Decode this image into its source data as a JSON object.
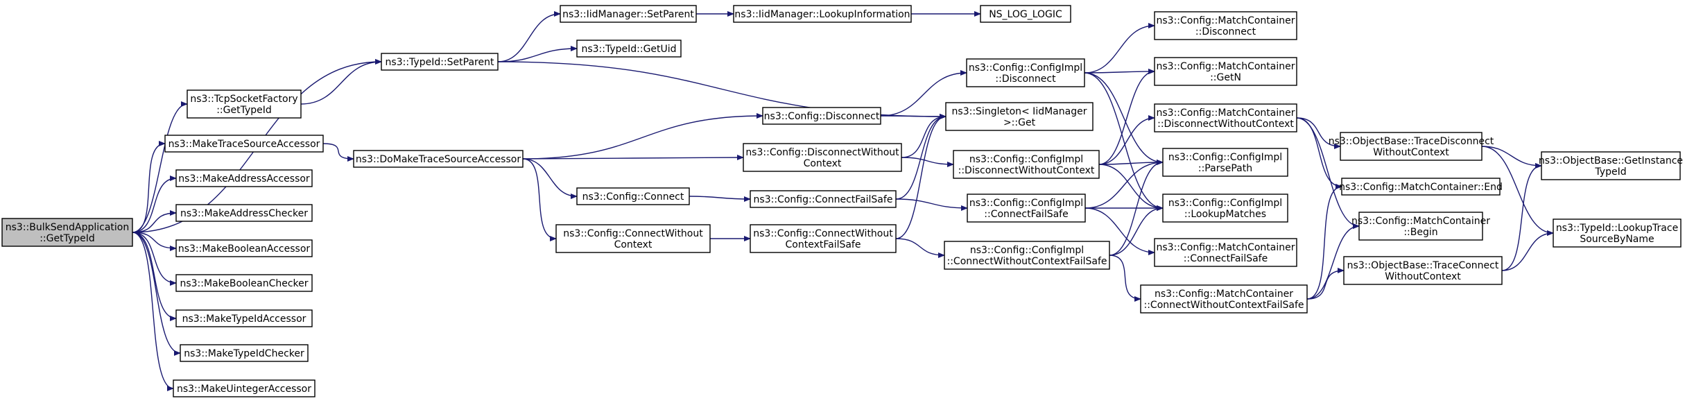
{
  "graph": {
    "edge_color": "#191970",
    "root_fill": "#bfbfbf",
    "nodes": [
      {
        "id": "root",
        "lines": [
          "ns3::BulkSendApplication",
          "::GetTypeId"
        ],
        "root": true
      },
      {
        "id": "setparent",
        "lines": [
          "ns3::TypeId::SetParent"
        ]
      },
      {
        "id": "tcpsf",
        "lines": [
          "ns3::TcpSocketFactory",
          "::GetTypeId"
        ]
      },
      {
        "id": "mtsa",
        "lines": [
          "ns3::MakeTraceSourceAccessor"
        ]
      },
      {
        "id": "maa",
        "lines": [
          "ns3::MakeAddressAccessor"
        ]
      },
      {
        "id": "mac",
        "lines": [
          "ns3::MakeAddressChecker"
        ]
      },
      {
        "id": "mba",
        "lines": [
          "ns3::MakeBooleanAccessor"
        ]
      },
      {
        "id": "mbc",
        "lines": [
          "ns3::MakeBooleanChecker"
        ]
      },
      {
        "id": "mtia",
        "lines": [
          "ns3::MakeTypeIdAccessor"
        ]
      },
      {
        "id": "mtic",
        "lines": [
          "ns3::MakeTypeIdChecker"
        ]
      },
      {
        "id": "mua",
        "lines": [
          "ns3::MakeUintegerAccessor"
        ]
      },
      {
        "id": "iidsp",
        "lines": [
          "ns3::IidManager::SetParent"
        ]
      },
      {
        "id": "getuid",
        "lines": [
          "ns3::TypeId::GetUid"
        ]
      },
      {
        "id": "lookupinfo",
        "lines": [
          "ns3::IidManager::LookupInformation"
        ]
      },
      {
        "id": "nslog",
        "lines": [
          "NS_LOG_LOGIC"
        ]
      },
      {
        "id": "dmtsa",
        "lines": [
          "ns3::DoMakeTraceSourceAccessor"
        ]
      },
      {
        "id": "cdisc",
        "lines": [
          "ns3::Config::Disconnect"
        ]
      },
      {
        "id": "cdwc",
        "lines": [
          "ns3::Config::DisconnectWithout",
          "Context"
        ]
      },
      {
        "id": "cconn",
        "lines": [
          "ns3::Config::Connect"
        ]
      },
      {
        "id": "ccwc",
        "lines": [
          "ns3::Config::ConnectWithout",
          "Context"
        ]
      },
      {
        "id": "singleton",
        "lines": [
          "ns3::Singleton< IidManager",
          " >::Get"
        ]
      },
      {
        "id": "cidisc",
        "lines": [
          "ns3::Config::ConfigImpl",
          "::Disconnect"
        ]
      },
      {
        "id": "cidwc",
        "lines": [
          "ns3::Config::ConfigImpl",
          "::DisconnectWithoutContext"
        ]
      },
      {
        "id": "ccfs",
        "lines": [
          "ns3::Config::ConnectFailSafe"
        ]
      },
      {
        "id": "ciconnfs",
        "lines": [
          "ns3::Config::ConfigImpl",
          "::ConnectFailSafe"
        ]
      },
      {
        "id": "ccwcfs",
        "lines": [
          "ns3::Config::ConnectWithout",
          "ContextFailSafe"
        ]
      },
      {
        "id": "cicwcfs",
        "lines": [
          "ns3::Config::ConfigImpl",
          "::ConnectWithoutContextFailSafe"
        ]
      },
      {
        "id": "mcdisc",
        "lines": [
          "ns3::Config::MatchContainer",
          "::Disconnect"
        ]
      },
      {
        "id": "mcgetn",
        "lines": [
          "ns3::Config::MatchContainer",
          "::GetN"
        ]
      },
      {
        "id": "mcdwc",
        "lines": [
          "ns3::Config::MatchContainer",
          "::DisconnectWithoutContext"
        ]
      },
      {
        "id": "ciparse",
        "lines": [
          "ns3::Config::ConfigImpl",
          "::ParsePath"
        ]
      },
      {
        "id": "cilookup",
        "lines": [
          "ns3::Config::ConfigImpl",
          "::LookupMatches"
        ]
      },
      {
        "id": "mccfs",
        "lines": [
          "ns3::Config::MatchContainer",
          "::ConnectFailSafe"
        ]
      },
      {
        "id": "mccwcfs",
        "lines": [
          "ns3::Config::MatchContainer",
          "::ConnectWithoutContextFailSafe"
        ]
      },
      {
        "id": "obtdwc",
        "lines": [
          "ns3::ObjectBase::TraceDisconnect",
          "WithoutContext"
        ]
      },
      {
        "id": "mcend",
        "lines": [
          "ns3::Config::MatchContainer::End"
        ]
      },
      {
        "id": "mcbegin",
        "lines": [
          "ns3::Config::MatchContainer",
          "::Begin"
        ]
      },
      {
        "id": "obtcwc",
        "lines": [
          "ns3::ObjectBase::TraceConnect",
          "WithoutContext"
        ]
      },
      {
        "id": "obgit",
        "lines": [
          "ns3::ObjectBase::GetInstance",
          "TypeId"
        ]
      },
      {
        "id": "tidlts",
        "lines": [
          "ns3::TypeId::LookupTrace",
          "SourceByName"
        ]
      }
    ],
    "edges": [
      [
        "root",
        "setparent"
      ],
      [
        "root",
        "tcpsf"
      ],
      [
        "root",
        "mtsa"
      ],
      [
        "root",
        "maa"
      ],
      [
        "root",
        "mac"
      ],
      [
        "root",
        "mba"
      ],
      [
        "root",
        "mbc"
      ],
      [
        "root",
        "mtia"
      ],
      [
        "root",
        "mtic"
      ],
      [
        "root",
        "mua"
      ],
      [
        "tcpsf",
        "setparent"
      ],
      [
        "setparent",
        "iidsp"
      ],
      [
        "setparent",
        "getuid"
      ],
      [
        "setparent",
        "singleton"
      ],
      [
        "iidsp",
        "lookupinfo"
      ],
      [
        "lookupinfo",
        "nslog"
      ],
      [
        "mtsa",
        "dmtsa"
      ],
      [
        "dmtsa",
        "cdisc"
      ],
      [
        "dmtsa",
        "cdwc"
      ],
      [
        "dmtsa",
        "cconn"
      ],
      [
        "dmtsa",
        "ccwc"
      ],
      [
        "cdisc",
        "singleton"
      ],
      [
        "cdisc",
        "cidisc"
      ],
      [
        "cdwc",
        "singleton"
      ],
      [
        "cdwc",
        "cidwc"
      ],
      [
        "cconn",
        "ccfs"
      ],
      [
        "ccwc",
        "ccwcfs"
      ],
      [
        "ccfs",
        "singleton"
      ],
      [
        "ccfs",
        "ciconnfs"
      ],
      [
        "ccwcfs",
        "singleton"
      ],
      [
        "ccwcfs",
        "cicwcfs"
      ],
      [
        "cidisc",
        "mcdisc"
      ],
      [
        "cidisc",
        "mcgetn"
      ],
      [
        "cidisc",
        "ciparse"
      ],
      [
        "cidisc",
        "cilookup"
      ],
      [
        "cidwc",
        "mcgetn"
      ],
      [
        "cidwc",
        "mcdwc"
      ],
      [
        "cidwc",
        "ciparse"
      ],
      [
        "cidwc",
        "cilookup"
      ],
      [
        "ciconnfs",
        "ciparse"
      ],
      [
        "ciconnfs",
        "cilookup"
      ],
      [
        "ciconnfs",
        "mccfs"
      ],
      [
        "cicwcfs",
        "ciparse"
      ],
      [
        "cicwcfs",
        "cilookup"
      ],
      [
        "cicwcfs",
        "mccwcfs"
      ],
      [
        "mcdwc",
        "obtdwc"
      ],
      [
        "mcdwc",
        "mcend"
      ],
      [
        "mcdwc",
        "mcbegin"
      ],
      [
        "mccwcfs",
        "mcend"
      ],
      [
        "mccwcfs",
        "mcbegin"
      ],
      [
        "mccwcfs",
        "obtcwc"
      ],
      [
        "obtdwc",
        "obgit"
      ],
      [
        "obtdwc",
        "tidlts"
      ],
      [
        "obtcwc",
        "obgit"
      ],
      [
        "obtcwc",
        "tidlts"
      ]
    ]
  }
}
